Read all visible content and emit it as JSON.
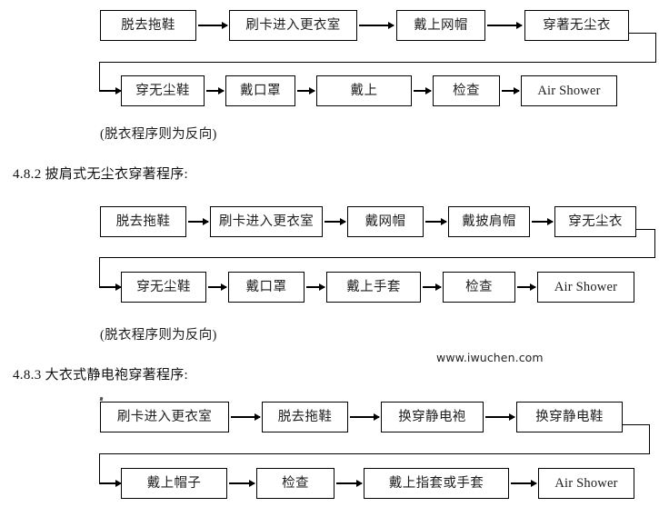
{
  "document": {
    "watermark": "www.iwuchen.com"
  },
  "sections": [
    {
      "id": "section-481",
      "heading": "",
      "note": "(脱衣程序则为反向)",
      "flow": {
        "row1": [
          "脱去拖鞋",
          "刷卡进入更衣室",
          "戴上网帽",
          "穿著无尘衣"
        ],
        "row2": [
          "穿无尘鞋",
          "戴口罩",
          "戴上",
          "检查",
          "Air Shower"
        ]
      }
    },
    {
      "id": "section-482",
      "heading": "4.8.2 披肩式无尘衣穿著程序:",
      "note": "(脱衣程序则为反向)",
      "flow": {
        "row1": [
          "脱去拖鞋",
          "刷卡进入更衣室",
          "戴网帽",
          "戴披肩帽",
          "穿无尘衣"
        ],
        "row2": [
          "穿无尘鞋",
          "戴口罩",
          "戴上手套",
          "检查",
          "Air Shower"
        ]
      }
    },
    {
      "id": "section-483",
      "heading": "4.8.3  大衣式静电袍穿著程序:",
      "note": "",
      "flow": {
        "row1": [
          "刷卡进入更衣室",
          "脱去拖鞋",
          "换穿静电袍",
          "换穿静电鞋"
        ],
        "row2": [
          "戴上帽子",
          "检查",
          "戴上指套或手套",
          "Air Shower"
        ]
      }
    }
  ]
}
